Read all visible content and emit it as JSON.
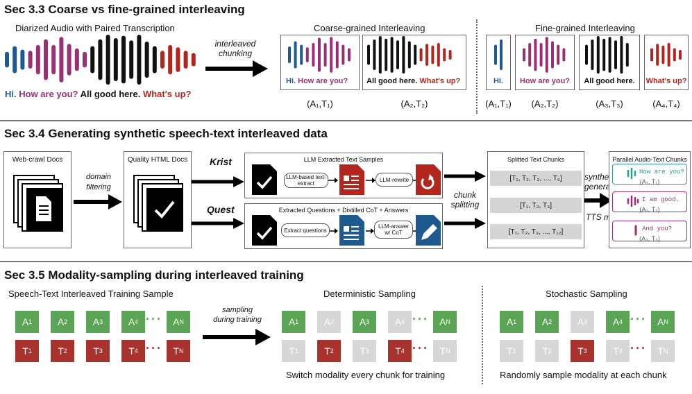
{
  "sec33": {
    "title": "Sec 3.3 Coarse vs fine-grained interleaving",
    "audio_label": "Diarized Audio with Paired Transcription",
    "arrow_label_1": "interleaved",
    "arrow_label_2": "chunking",
    "transcript": [
      {
        "text": "Hi.",
        "color": "#1f5a8e"
      },
      {
        "text": "How are you?",
        "color": "#993073"
      },
      {
        "text": "All good here.",
        "color": "#111111"
      },
      {
        "text": "What's up?",
        "color": "#b3261e"
      }
    ],
    "coarse_title": "Coarse-grained Interleaving",
    "fine_title": "Fine-grained Interleaving",
    "coarse_box1_texts": [
      "Hi.",
      "How are you?"
    ],
    "coarse_box2_texts": [
      "All good here.",
      "What's up?"
    ],
    "fine_box_texts": [
      "Hi.",
      "How are you?",
      "All good here.",
      "What's up?"
    ],
    "coarse_pairs": [
      "(A₁,T₁)",
      "(A₂,T₂)"
    ],
    "fine_pairs": [
      "(A₁,T₁)",
      "(A₂,T₂)",
      "(A₃,T₃)",
      "(A₄,T₄)"
    ]
  },
  "sec34": {
    "title": "Sec 3.4 Generating synthetic speech-text interleaved data",
    "webcrawl": "Web-crawl Docs",
    "domain1": "domain",
    "domain2": "filtering",
    "quality": "Quality HTML Docs",
    "krist": "Krist",
    "quest": "Quest",
    "krist_box_title": "LLM Extracted Text Samples",
    "quest_box_title": "Extracted Questions + Distilled CoT + Answers",
    "pill_llm_based": "LLM-based text-extract",
    "pill_llm_rewrite": "LLM-rewrite",
    "pill_extract_q": "Extract questions",
    "pill_llm_answer": "LLM-answer w/ CoT",
    "chunk1": "chunk",
    "chunk2": "splitting",
    "splitted_title": "Splitted Text Chunks",
    "chunks": [
      "[T₁, T₂, T₃, ..., T₆]",
      "[T₁, T₂, T₃]",
      "[T₁, T₂, T₃, ..., T₁₂]"
    ],
    "synthetic1": "synthetic",
    "synthetic2": "generation",
    "tts": "TTS model",
    "parallel_title": "Parallel Audio-Text Chunks",
    "parallel": [
      {
        "text": "How are you?",
        "pair": "(A₁, T₁)",
        "color": "#2a9d8f"
      },
      {
        "text": "I am good.",
        "pair": "(A₂, T₂)",
        "color": "#993073"
      },
      {
        "text": "And you?",
        "pair": "(A₃, T₃)",
        "color": "#993073"
      }
    ]
  },
  "sec35": {
    "title": "Sec 3.5 Modality-sampling during interleaved training",
    "sample_title": "Speech-Text Interleaved Training Sample",
    "arrow1": "sampling",
    "arrow2": "during training",
    "det_title": "Deterministic Sampling",
    "sto_title": "Stochastic Sampling",
    "det_caption": "Switch modality every chunk for training",
    "sto_caption": "Randomly sample modality at each chunk",
    "a_labels": [
      "A",
      "A",
      "A",
      "A",
      "A"
    ],
    "a_subs": [
      "1",
      "2",
      "3",
      "4",
      "N"
    ],
    "t_labels": [
      "T",
      "T",
      "T",
      "T",
      "T"
    ],
    "t_subs": [
      "1",
      "2",
      "3",
      "4",
      "N"
    ],
    "dots": "···"
  },
  "colors": {
    "green": "#5ca455",
    "red": "#a8322d",
    "gray": "#d7d7d7",
    "blue": "#1f5a8e",
    "purple": "#993073"
  }
}
